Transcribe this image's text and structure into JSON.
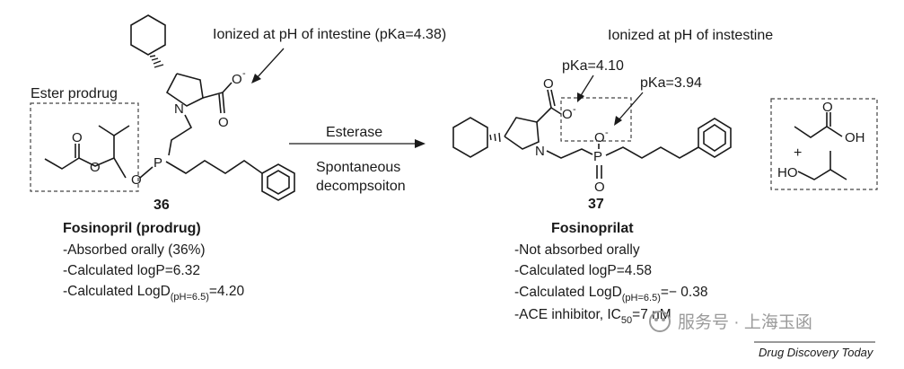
{
  "left_compound": {
    "box_label": "Ester prodrug",
    "ionized_note": "Ionized at pH of intestine (pKa=4.38)",
    "number": "36",
    "name": "Fosinopril (prodrug)",
    "props": [
      "-Absorbed orally (36%)",
      "-Calculated logP=6.32"
    ],
    "logd_prefix": "-Calculated LogD",
    "logd_sub": "(pH=6.5)",
    "logd_value": "=4.20",
    "atoms": {
      "o": "O",
      "n": "N",
      "p": "P",
      "o_minus": "O",
      "minus": "-"
    }
  },
  "reaction": {
    "above": "Esterase",
    "below_1": "Spontaneous",
    "below_2": "decompsoiton"
  },
  "right_compound": {
    "ionized_note": "Ionized at pH of instestine",
    "pka_1": "pKa=4.10",
    "pka_2": "pKa=3.94",
    "number": "37",
    "name": "Fosinoprilat",
    "props": [
      "-Not absorbed orally",
      "-Calculated logP=4.58"
    ],
    "logd_prefix": "-Calculated LogD",
    "logd_sub": "(pH=6.5)",
    "logd_value": "=− 0.38",
    "ace_prefix": "-ACE inhibitor, IC",
    "ace_sub": "50",
    "ace_value": "=7 nM",
    "atoms": {
      "o": "O",
      "n": "N",
      "p": "P",
      "o_minus": "O",
      "minus": "-"
    }
  },
  "byproducts": {
    "plus": "+",
    "oh": "OH",
    "ho": "HO",
    "o": "O"
  },
  "watermark": "服务号 · 上海玉函",
  "credit": "Drug Discovery Today"
}
